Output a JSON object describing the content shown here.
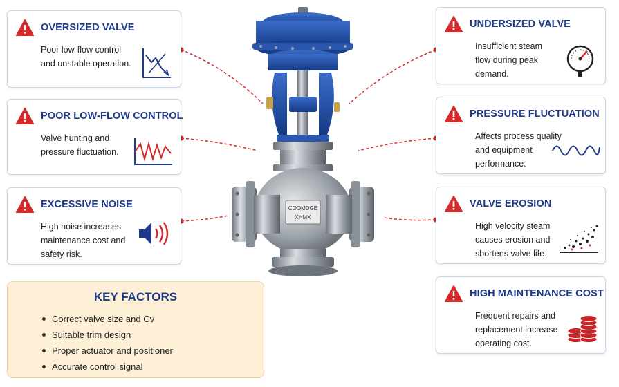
{
  "cards": {
    "oversized": {
      "title": "OVERSIZED VALVE",
      "body": "Poor low-flow control\nand unstable operation.",
      "icon": "declining-chart-icon"
    },
    "poor_low_flow": {
      "title": "POOR LOW-FLOW CONTROL",
      "body": "Valve hunting and\npressure fluctuation.",
      "icon": "hunting-waveform-icon"
    },
    "noise": {
      "title": "EXCESSIVE NOISE",
      "body": "High noise increases\nmaintenance cost and\nsafety risk.",
      "icon": "speaker-icon"
    },
    "undersized": {
      "title": "UNDERSIZED VALVE",
      "body": "Insufficient steam\nflow during peak\ndemand.",
      "icon": "pressure-gauge-icon"
    },
    "pressure": {
      "title": "PRESSURE FLUCTUATION",
      "body": "Affects process quality\nand equipment\nperformance.",
      "icon": "sine-wave-icon"
    },
    "erosion": {
      "title": "VALVE EROSION",
      "body": "High velocity steam\ncauses erosion and\nshortens valve life.",
      "icon": "particle-spray-icon"
    },
    "maintenance": {
      "title": "HIGH MAINTENANCE COST",
      "body": "Frequent repairs and\nreplacement increase\noperating cost.",
      "icon": "coin-stack-icon"
    }
  },
  "key_factors": {
    "title": "KEY FACTORS",
    "items": [
      "Correct valve size and Cv",
      "Suitable trim design",
      "Proper actuator and positioner",
      "Accurate control signal"
    ]
  },
  "valve": {
    "nameplate_line1": "COOMDGE",
    "nameplate_line2": "XHMX"
  },
  "colors": {
    "warning_red": "#d42a2a",
    "title_blue": "#1f3a8a",
    "actuator_blue": "#1f4fa8",
    "connector_red": "#d42a2a",
    "key_box_bg": "#fdf0d6"
  }
}
